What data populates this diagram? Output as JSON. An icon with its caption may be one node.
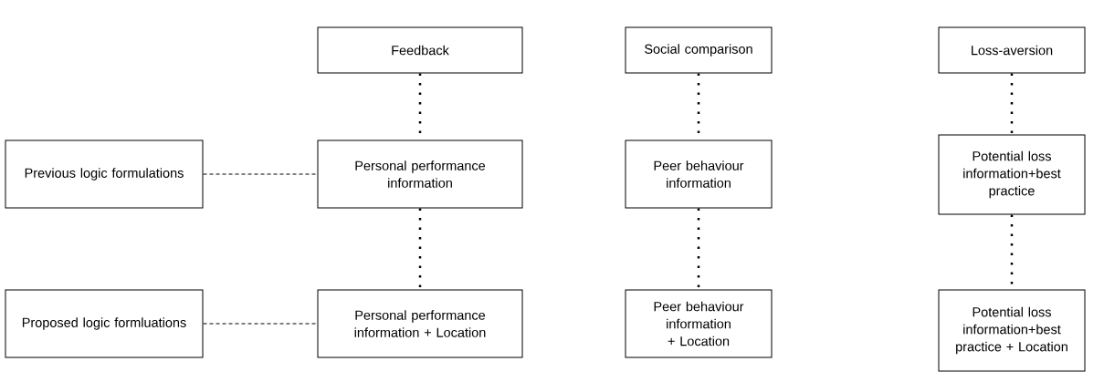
{
  "diagram": {
    "nodes": [
      {
        "text": [
          "Feedback"
        ]
      },
      {
        "text": [
          "Social comparison"
        ]
      },
      {
        "text": [
          "Loss-aversion"
        ]
      },
      {
        "text": [
          "Previous logic formulations"
        ]
      },
      {
        "text": [
          "Personal performance information"
        ]
      },
      {
        "text": [
          "Peer behaviour information"
        ]
      },
      {
        "text": [
          "Potential loss information+best practice"
        ]
      },
      {
        "text": [
          "Proposed logic formluations"
        ]
      },
      {
        "text": [
          "Personal performance information + Location"
        ]
      },
      {
        "text": [
          "Peer behaviour information + Location"
        ]
      },
      {
        "text": [
          "Potential loss information+best practice + Location"
        ]
      }
    ],
    "edges": [
      {
        "from": 0,
        "to": 4,
        "arrow": "none"
      },
      {
        "from": 4,
        "to": 8,
        "arrow": "none"
      },
      {
        "from": 1,
        "to": 5,
        "arrow": "none"
      },
      {
        "from": 5,
        "to": 9,
        "arrow": "none"
      },
      {
        "from": 2,
        "to": 6,
        "arrow": "none"
      },
      {
        "from": 6,
        "to": 10,
        "arrow": "none"
      },
      {
        "from": 3,
        "to": 4,
        "arrow": "none",
        "style": "dashed"
      },
      {
        "from": 7,
        "to": 8,
        "arrow": "none",
        "style": "dashed"
      }
    ]
  }
}
